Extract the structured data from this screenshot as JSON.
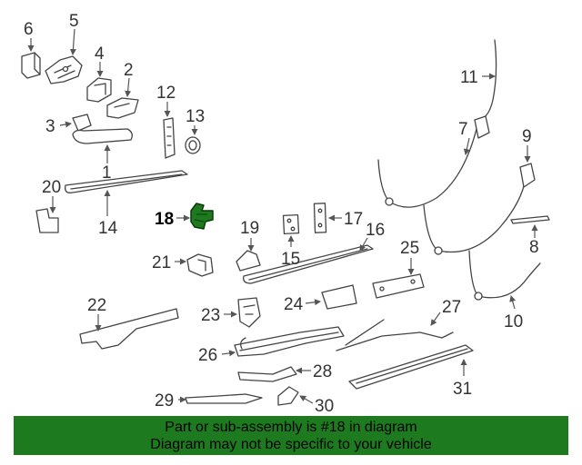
{
  "diagram": {
    "highlight_color": "#1e7a1e",
    "banner_color": "#1e7a1e",
    "highlighted_part": "18",
    "callouts": [
      "1",
      "2",
      "3",
      "4",
      "5",
      "6",
      "7",
      "8",
      "9",
      "10",
      "11",
      "12",
      "13",
      "14",
      "15",
      "16",
      "17",
      "18",
      "19",
      "20",
      "21",
      "22",
      "23",
      "24",
      "25",
      "26",
      "27",
      "28",
      "29",
      "30",
      "31"
    ]
  },
  "banner": {
    "line1": "Part or sub-assembly is #18 in diagram",
    "line2": "Diagram may not be specific to your vehicle"
  }
}
